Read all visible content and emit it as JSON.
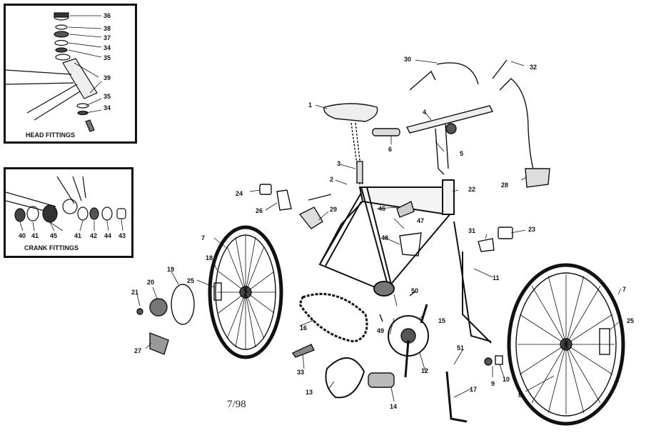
{
  "head_fittings": {
    "title": "HEAD FITTINGS",
    "callouts": [
      "36",
      "38",
      "37",
      "34",
      "35",
      "39",
      "35",
      "34"
    ]
  },
  "crank_fittings": {
    "title": "CRANK FITTINGS",
    "callouts": [
      "40",
      "41",
      "45",
      "41",
      "42",
      "44",
      "43"
    ]
  },
  "main_callouts": {
    "seat": "1",
    "seat_bolt": "2",
    "seat_post": "3",
    "handlebar": "4",
    "stem": "5",
    "grip": "6",
    "front_wheel": "7",
    "rear_wheel": "7",
    "wheel_hub_right": "8",
    "nut_9": "9",
    "washer_10": "10",
    "fork": "11",
    "crank_12": "12",
    "chainguard_13": "13",
    "pedal": "14",
    "crank_arm_15": "15",
    "chain": "16",
    "kickstand": "17",
    "rim_18": "18",
    "spoke_protector": "19",
    "freewheel": "20",
    "nut_21": "21",
    "frame": "22",
    "reflector_23": "23",
    "reflector_24": "24",
    "reflector_25_rear": "25",
    "reflector_25_front": "25",
    "rear_brake_bracket": "26",
    "front_brake": "28",
    "derailleur": "27",
    "brake_29": "29",
    "brake_lever_30": "30",
    "bracket_31": "31",
    "brake_lever_32": "32",
    "shifter": "33",
    "water_bottle": "46",
    "bottle_cage": "47",
    "bracket_48": "48",
    "clip_49": "49",
    "clip_50": "50",
    "bolt_51": "51"
  },
  "footer": {
    "date_code": "7/98"
  }
}
